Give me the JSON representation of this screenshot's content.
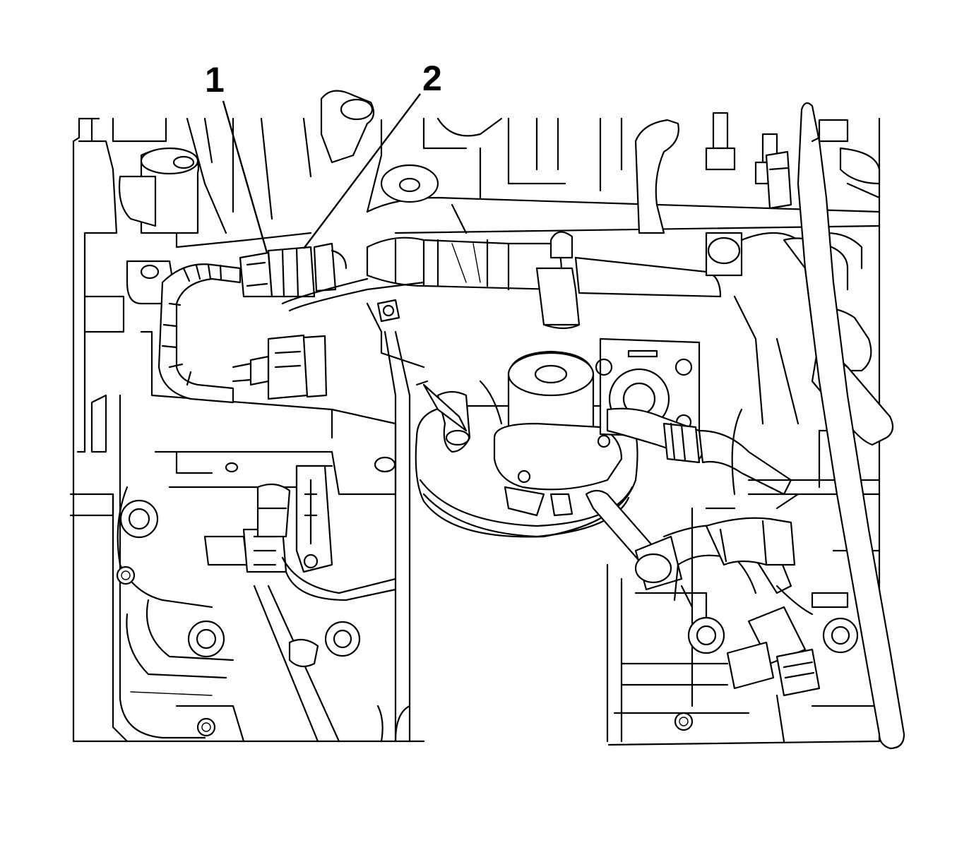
{
  "callouts": [
    {
      "label": "1",
      "target": "sensor-connector"
    },
    {
      "label": "2",
      "target": "sensor-body"
    }
  ],
  "colors": {
    "ink": "#000000",
    "background": "#ffffff"
  }
}
